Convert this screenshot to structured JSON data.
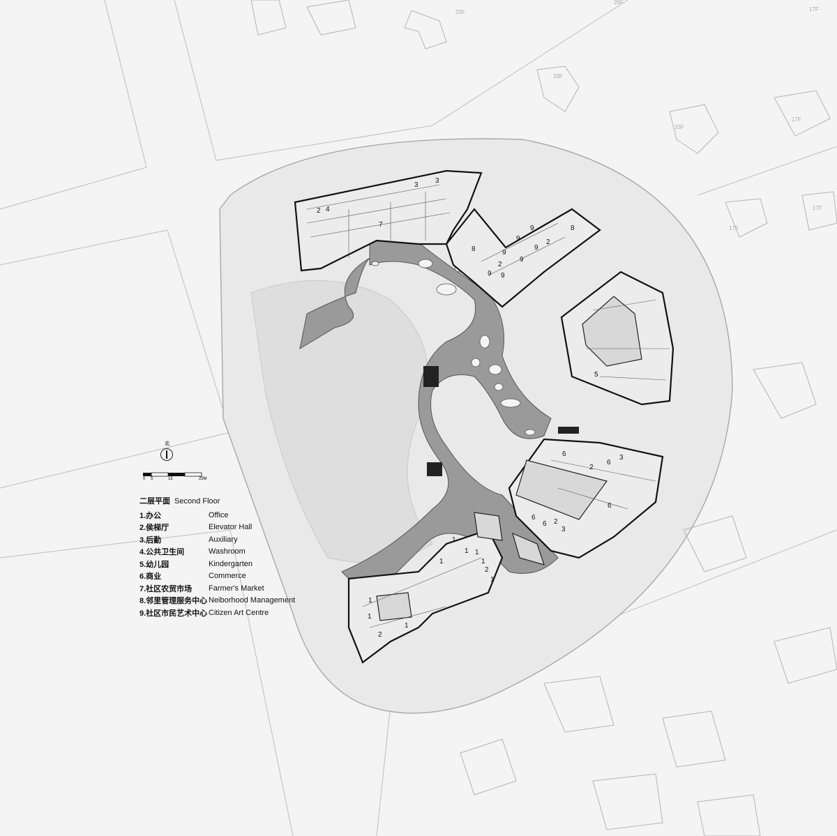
{
  "plan": {
    "floor_tags": [
      "33F",
      "26F",
      "17F",
      "33F",
      "33F",
      "17F",
      "17F",
      "17F"
    ],
    "room_numbers": [
      "1",
      "2",
      "3",
      "4",
      "5",
      "6",
      "7",
      "8",
      "9"
    ]
  },
  "compass": {
    "north_label": "北"
  },
  "scale": {
    "ticks": [
      "0",
      "5",
      "15",
      "25M"
    ]
  },
  "legend": {
    "title_zh": "二层平面",
    "title_en": "Second Floor",
    "items": [
      {
        "zh": "1.办公",
        "en": "Office"
      },
      {
        "zh": "2.侯梯厅",
        "en": "Elevator Hall"
      },
      {
        "zh": "3.后勤",
        "en": "Auxiliary"
      },
      {
        "zh": "4.公共卫生间",
        "en": "Washroom"
      },
      {
        "zh": "5.幼儿园",
        "en": "Kindergarten"
      },
      {
        "zh": "6.商业",
        "en": "Commerce"
      },
      {
        "zh": "7.社区农贸市场",
        "en": "Farmer's Market"
      },
      {
        "zh": "8.邻里管理服务中心",
        "en": "Neiborhood Management"
      },
      {
        "zh": "9.社区市民艺术中心",
        "en": "Citizen Art Centre"
      }
    ]
  }
}
